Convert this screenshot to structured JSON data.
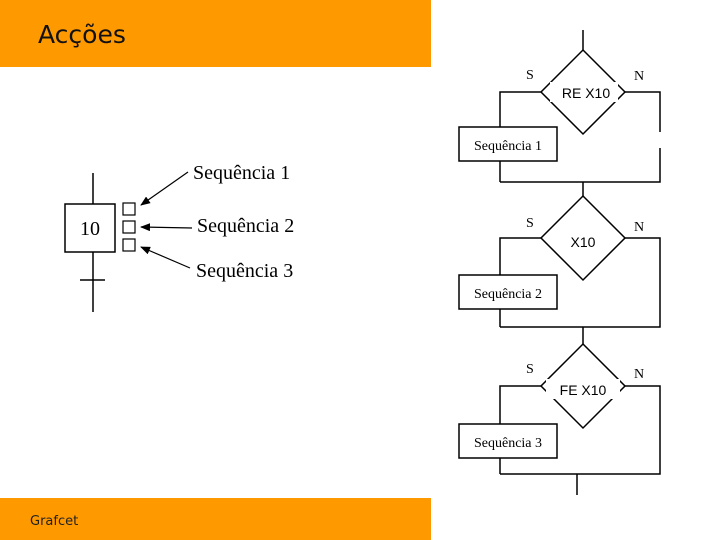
{
  "slide": {
    "title": "Acções",
    "footer": "Grafcet"
  },
  "colors": {
    "accent": "#ff9900",
    "stroke": "#000000"
  },
  "step_diagram": {
    "step_number": "10",
    "actions": [
      "Sequência 1",
      "Sequência 2",
      "Sequência 3"
    ]
  },
  "flowchart": {
    "decisions": [
      {
        "condition": "RE X10",
        "yes_label": "S",
        "no_label": "N",
        "block": "Sequência 1"
      },
      {
        "condition": "X10",
        "yes_label": "S",
        "no_label": "N",
        "block": "Sequência 2"
      },
      {
        "condition": "FE X10",
        "yes_label": "S",
        "no_label": "N",
        "block": "Sequência 3"
      }
    ]
  }
}
